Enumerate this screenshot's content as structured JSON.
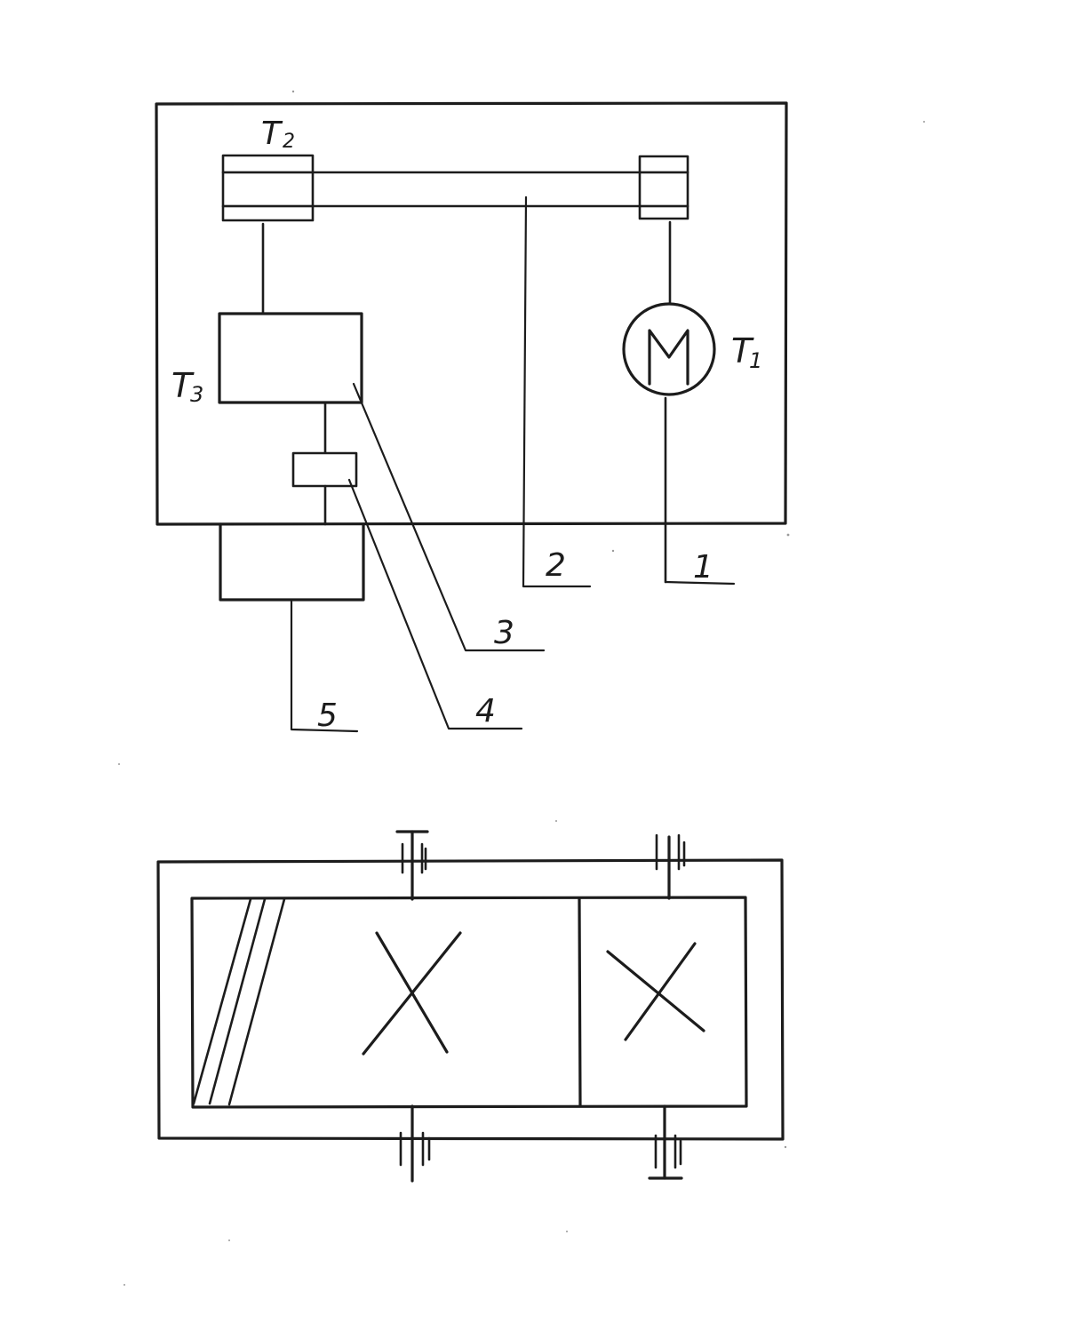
{
  "kinematic_scheme": {
    "labels": {
      "t1": "T",
      "t1_sub": "1",
      "t2": "T",
      "t2_sub": "2",
      "t3": "T",
      "t3_sub": "3",
      "motor": "M"
    },
    "callouts": {
      "c1": "1",
      "c2": "2",
      "c3": "3",
      "c4": "4",
      "c5": "5"
    }
  }
}
